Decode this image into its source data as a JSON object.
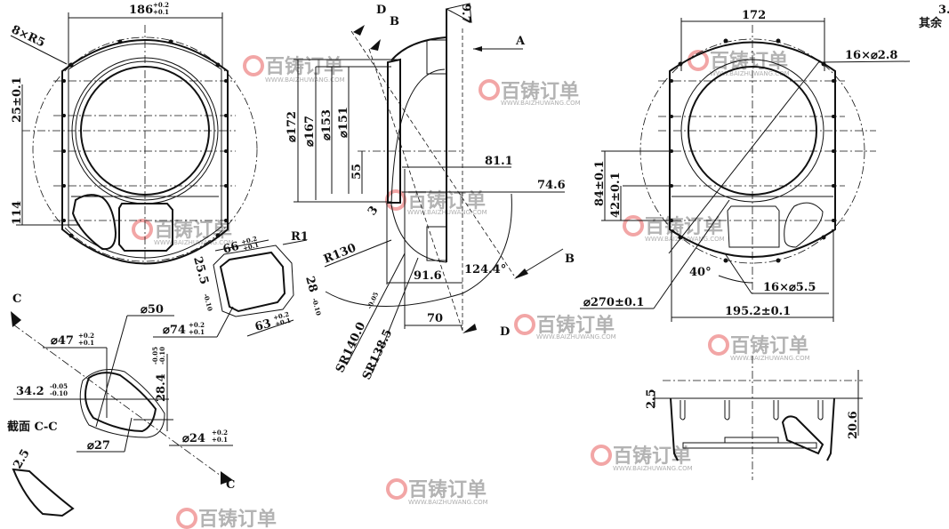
{
  "front_view": {
    "width_dim": "186",
    "width_tol_upper": "+0.2",
    "width_tol_lower": "+0.1",
    "radius_note": "8×R5",
    "dim_25": "25±0.1",
    "dim_114": "114"
  },
  "section_cc": {
    "title": "截面  C-C",
    "marker": "C",
    "dia_50": "⌀50",
    "dia_47": "⌀47",
    "dia_47_tol_upper": "+0.2",
    "dia_47_tol_lower": "+0.1",
    "dim_34": "34.2",
    "dim_34_tol_upper": "-0.05",
    "dim_34_tol_lower": "-0.10",
    "dim_28": "28.4",
    "dim_28_tol_upper": "-0.05",
    "dim_28_tol_lower": "-0.10",
    "dia_24": "⌀24",
    "dia_24_tol_upper": "+0.2",
    "dia_24_tol_lower": "+0.1",
    "dia_27": "⌀27",
    "thickness": "2.5"
  },
  "detail_view": {
    "dim_66": "66",
    "dim_66_tol_upper": "+0.2",
    "dim_66_tol_lower": "+0.1",
    "dim_63": "63",
    "dim_63_tol_upper": "+0.2",
    "dim_63_tol_lower": "+0.1",
    "radius": "R1",
    "dim_25": "25.5",
    "dim_25_tol": "-0.10",
    "dim_28": "28",
    "dim_28_tol": "-0.10",
    "dia_74": "⌀74",
    "dia_74_tol_upper": "+0.2",
    "dia_74_tol_lower": "+0.1"
  },
  "side_view": {
    "marker_a": "A",
    "marker_b": "B",
    "marker_d": "D",
    "top_dim": "9.7",
    "dia_172": "⌀172",
    "dia_167": "⌀167",
    "dia_153": "⌀153",
    "dia_151": "⌀151",
    "dim_55": "55",
    "dim_81": "81.1",
    "dim_74": "74.6",
    "angle": "124.4°",
    "dim_91": "91.6",
    "dim_70": "70",
    "radius_130": "R130",
    "dim_3": "3",
    "sr_140": "SR140.0",
    "sr_140_tol": "-0.05",
    "sr_138": "SR138.5"
  },
  "rear_view": {
    "width_dim": "172",
    "small_holes": "16×⌀2.8",
    "dim_84": "84±0.1",
    "dim_42": "42±0.1",
    "angle": "40°",
    "large_holes": "16×⌀5.5",
    "dia_270": "⌀270±0.1",
    "width_195": "195.2±0.1",
    "roughness_value": "3.",
    "roughness_note": "其余"
  },
  "bottom_view": {
    "dim_2_5": "2.5",
    "dim_20_6": "20.6"
  },
  "watermark": {
    "brand": "百铸订单",
    "url": "WWW.BAIZHUWANG.COM"
  }
}
